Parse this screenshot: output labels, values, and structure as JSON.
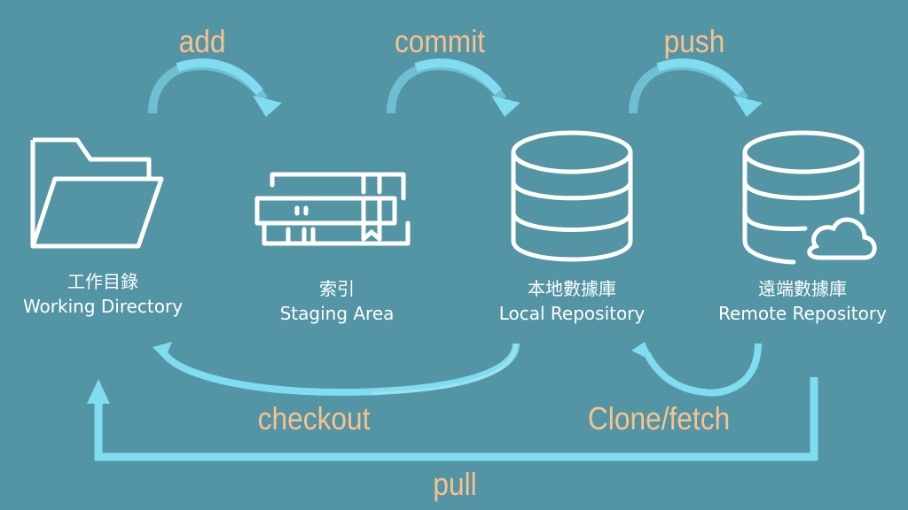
{
  "colors": {
    "background": "#5394a5",
    "arrow": "#80dcef",
    "operation_text": "#f7c28c",
    "node_text": "#ffffff"
  },
  "nodes": [
    {
      "id": "working-directory",
      "icon": "folder-icon",
      "label_zh": "工作目錄",
      "label_en": "Working Directory"
    },
    {
      "id": "staging-area",
      "icon": "books-icon",
      "label_zh": "索引",
      "label_en": "Staging Area"
    },
    {
      "id": "local-repository",
      "icon": "database-icon",
      "label_zh": "本地數據庫",
      "label_en": "Local Repository"
    },
    {
      "id": "remote-repository",
      "icon": "cloud-database-icon",
      "label_zh": "遠端數據庫",
      "label_en": "Remote Repository"
    }
  ],
  "operations": {
    "add": "add",
    "commit": "commit",
    "push": "push",
    "checkout": "checkout",
    "clone_fetch": "Clone/fetch",
    "pull": "pull"
  },
  "edges": [
    {
      "from": "working-directory",
      "to": "staging-area",
      "label": "add"
    },
    {
      "from": "staging-area",
      "to": "local-repository",
      "label": "commit"
    },
    {
      "from": "local-repository",
      "to": "remote-repository",
      "label": "push"
    },
    {
      "from": "local-repository",
      "to": "working-directory",
      "label": "checkout"
    },
    {
      "from": "remote-repository",
      "to": "local-repository",
      "label": "Clone/fetch"
    },
    {
      "from": "remote-repository",
      "to": "working-directory",
      "label": "pull"
    }
  ]
}
